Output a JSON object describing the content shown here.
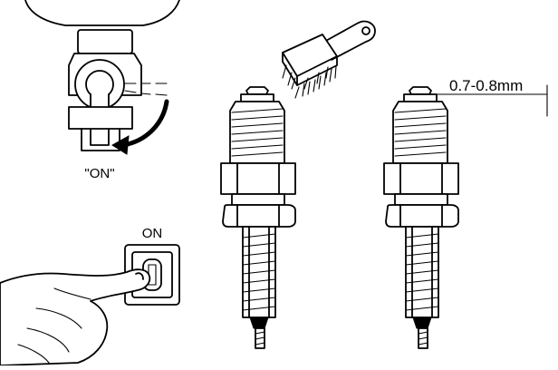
{
  "labels": {
    "valve_on": "\"ON\"",
    "switch_on": "ON",
    "gap_spec": "0.7-0.8mm"
  },
  "icons": [
    "fuel-valve-icon",
    "wire-brush-icon",
    "spark-plug-icon",
    "ignition-switch-icon",
    "finger-icon",
    "gap-leader-icon"
  ]
}
